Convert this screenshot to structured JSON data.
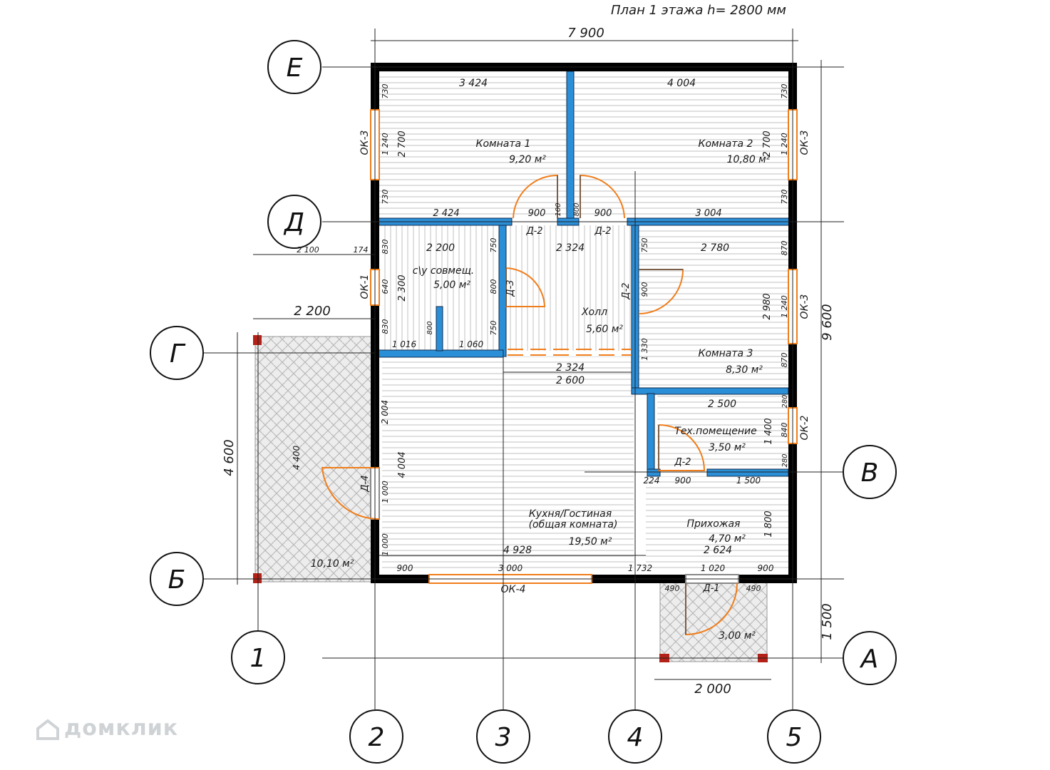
{
  "plan_title": "План 1 этажа h= 2800 мм",
  "watermark": "домклик",
  "axes": {
    "E": "Е",
    "D": "Д",
    "G": "Г",
    "V": "В",
    "B": "Б",
    "A": "А",
    "n1": "1",
    "n2": "2",
    "n3": "3",
    "n4": "4",
    "n5": "5"
  },
  "rooms": [
    {
      "name": "Комната 1",
      "area": "9,20 м²"
    },
    {
      "name": "Комната 2",
      "area": "10,80 м²"
    },
    {
      "name": "с\\у совмещ.",
      "area": "5,00 м²"
    },
    {
      "name": "Холл",
      "area": "5,60 м²"
    },
    {
      "name": "Комната 3",
      "area": "8,30 м²"
    },
    {
      "name": "Тех.помещение",
      "area": "3,50 м²"
    },
    {
      "name": "Кухня/Гостиная",
      "name2": "(общая комната)",
      "area": "19,50 м²"
    },
    {
      "name": "Прихожая",
      "area": "4,70 м²"
    },
    {
      "name": "",
      "area": "10,10 м²"
    },
    {
      "name": "",
      "area": "3,00 м²"
    }
  ],
  "openings": {
    "ok3": "ОК-3",
    "ok1": "ОК-1",
    "ok2": "ОК-2",
    "ok4": "ОК-4",
    "d1": "Д-1",
    "d2": "Д-2",
    "d3": "Д-3",
    "d4": "Д-4"
  },
  "dims": {
    "overall_w": "7 900",
    "overall_h": "9 600",
    "r1_w": "3 424",
    "r2_w": "4 004",
    "r_h": "2 700",
    "w730": "730",
    "w1240": "1 240",
    "s2424": "2 424",
    "s900": "900",
    "s100": "100",
    "s3004": "3 004",
    "s2100": "2 100",
    "s174": "174",
    "s2200": "2 200",
    "s2324": "2 324",
    "s2780": "2 780",
    "s830": "830",
    "s640": "640",
    "s2300": "2 300",
    "s750": "750",
    "s800": "800",
    "s2980": "2 980",
    "s870": "870",
    "s1016": "1 016",
    "s1060": "1 060",
    "s1330": "1 330",
    "s2600": "2 600",
    "s2500": "2 500",
    "s280": "280",
    "s840": "840",
    "s1400": "1 400",
    "s2004": "2 004",
    "s4004": "4 004",
    "s4600": "4 600",
    "s4400": "4 400",
    "s1000": "1 000",
    "s224": "224",
    "s1500": "1 500",
    "s1800": "1 800",
    "s4928": "4 928",
    "s2624": "2 624",
    "s3000": "3 000",
    "s1732": "1 732",
    "s1020": "1 020",
    "s490": "490",
    "s2000": "2 000"
  },
  "colors": {
    "outer_wall": "#000000",
    "inner_wall": "#2b8fd8",
    "window": "#f07d1a",
    "door_arc": "#f07d1a",
    "terrace_fill": "#e6e6e6",
    "post": "#b32218"
  }
}
